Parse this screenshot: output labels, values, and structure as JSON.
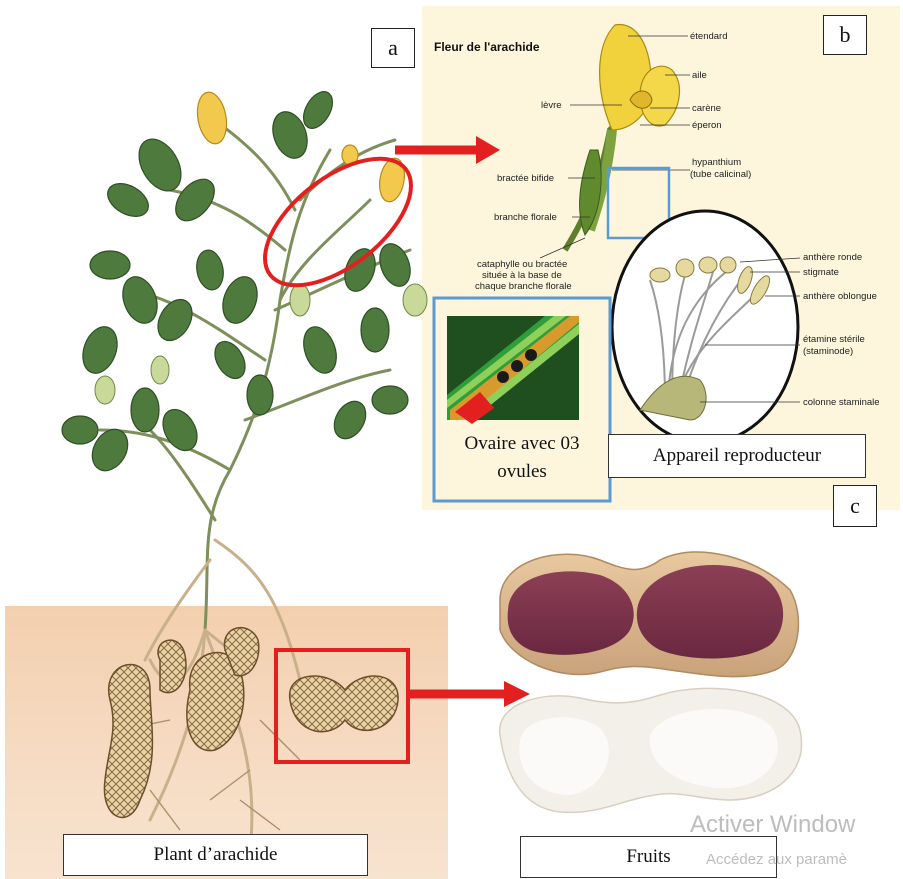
{
  "panels": {
    "a": "a",
    "b": "b",
    "c": "c"
  },
  "flower_title": "Fleur de l'arachide",
  "flower_labels": {
    "etendard": "étendard",
    "aile": "aile",
    "levre": "lèvre",
    "carene": "carène",
    "eperon": "éperon",
    "hypanthium": "hypanthium",
    "tube_calicinal": "(tube calicinal)",
    "bractee_bifide": "bractée bifide",
    "branche_florale": "branche florale",
    "cataphylle_1": "cataphylle ou bractée",
    "cataphylle_2": "située à la base de",
    "cataphylle_3": "chaque branche florale"
  },
  "stamen_labels": {
    "anthere_ronde": "anthère ronde",
    "stigmate": "stigmate",
    "anthere_oblongue": "anthère oblongue",
    "etamine_sterile": "étamine stérile",
    "staminode": "(staminode)",
    "colonne_staminale": "colonne staminale"
  },
  "captions": {
    "ovaire_line1": "Ovaire avec 03",
    "ovaire_line2": "ovules",
    "appareil": "Appareil reproducteur",
    "plant": "Plant d’arachide",
    "fruits": "Fruits"
  },
  "watermark": {
    "line1": "Activer Window",
    "line2": "Accédez aux paramè"
  },
  "colors": {
    "highlight_red": "#e32020",
    "highlight_blue": "#5b9bd5",
    "leaf_green": "#3e6b33",
    "flower_yellow": "#f2d23c",
    "ovary_green": "#2f9e3a",
    "ovary_orange": "#e39a2c"
  }
}
